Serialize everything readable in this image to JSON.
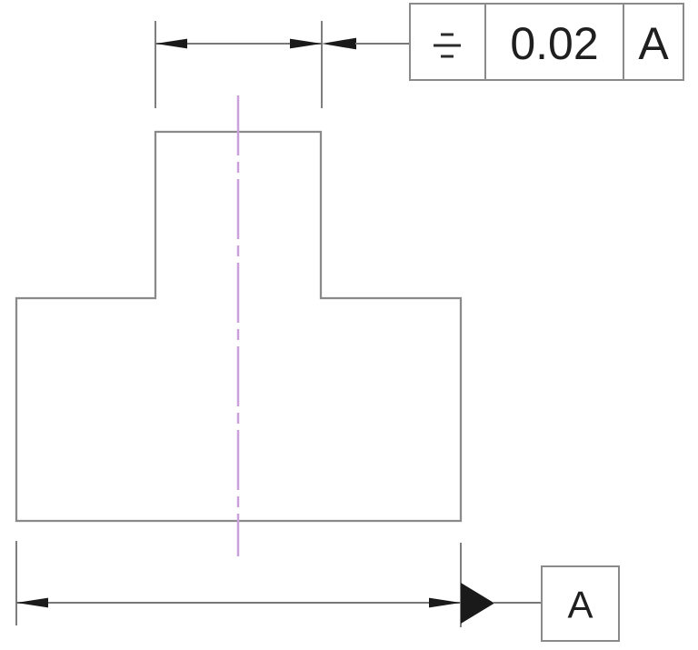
{
  "feature_control_frame": {
    "symbol_icon": "symmetry-icon",
    "tolerance_value": "0.02",
    "datum_reference": "A"
  },
  "datum_feature": {
    "label": "A"
  },
  "colors": {
    "background": "#ffffff",
    "outline": "#8a8a8a",
    "dimension_line": "#787878",
    "arrowhead": "#1a1a1a",
    "centerline": "#c9a0dc",
    "symbol": "#2b2b2b",
    "text": "#1f1f1f"
  }
}
